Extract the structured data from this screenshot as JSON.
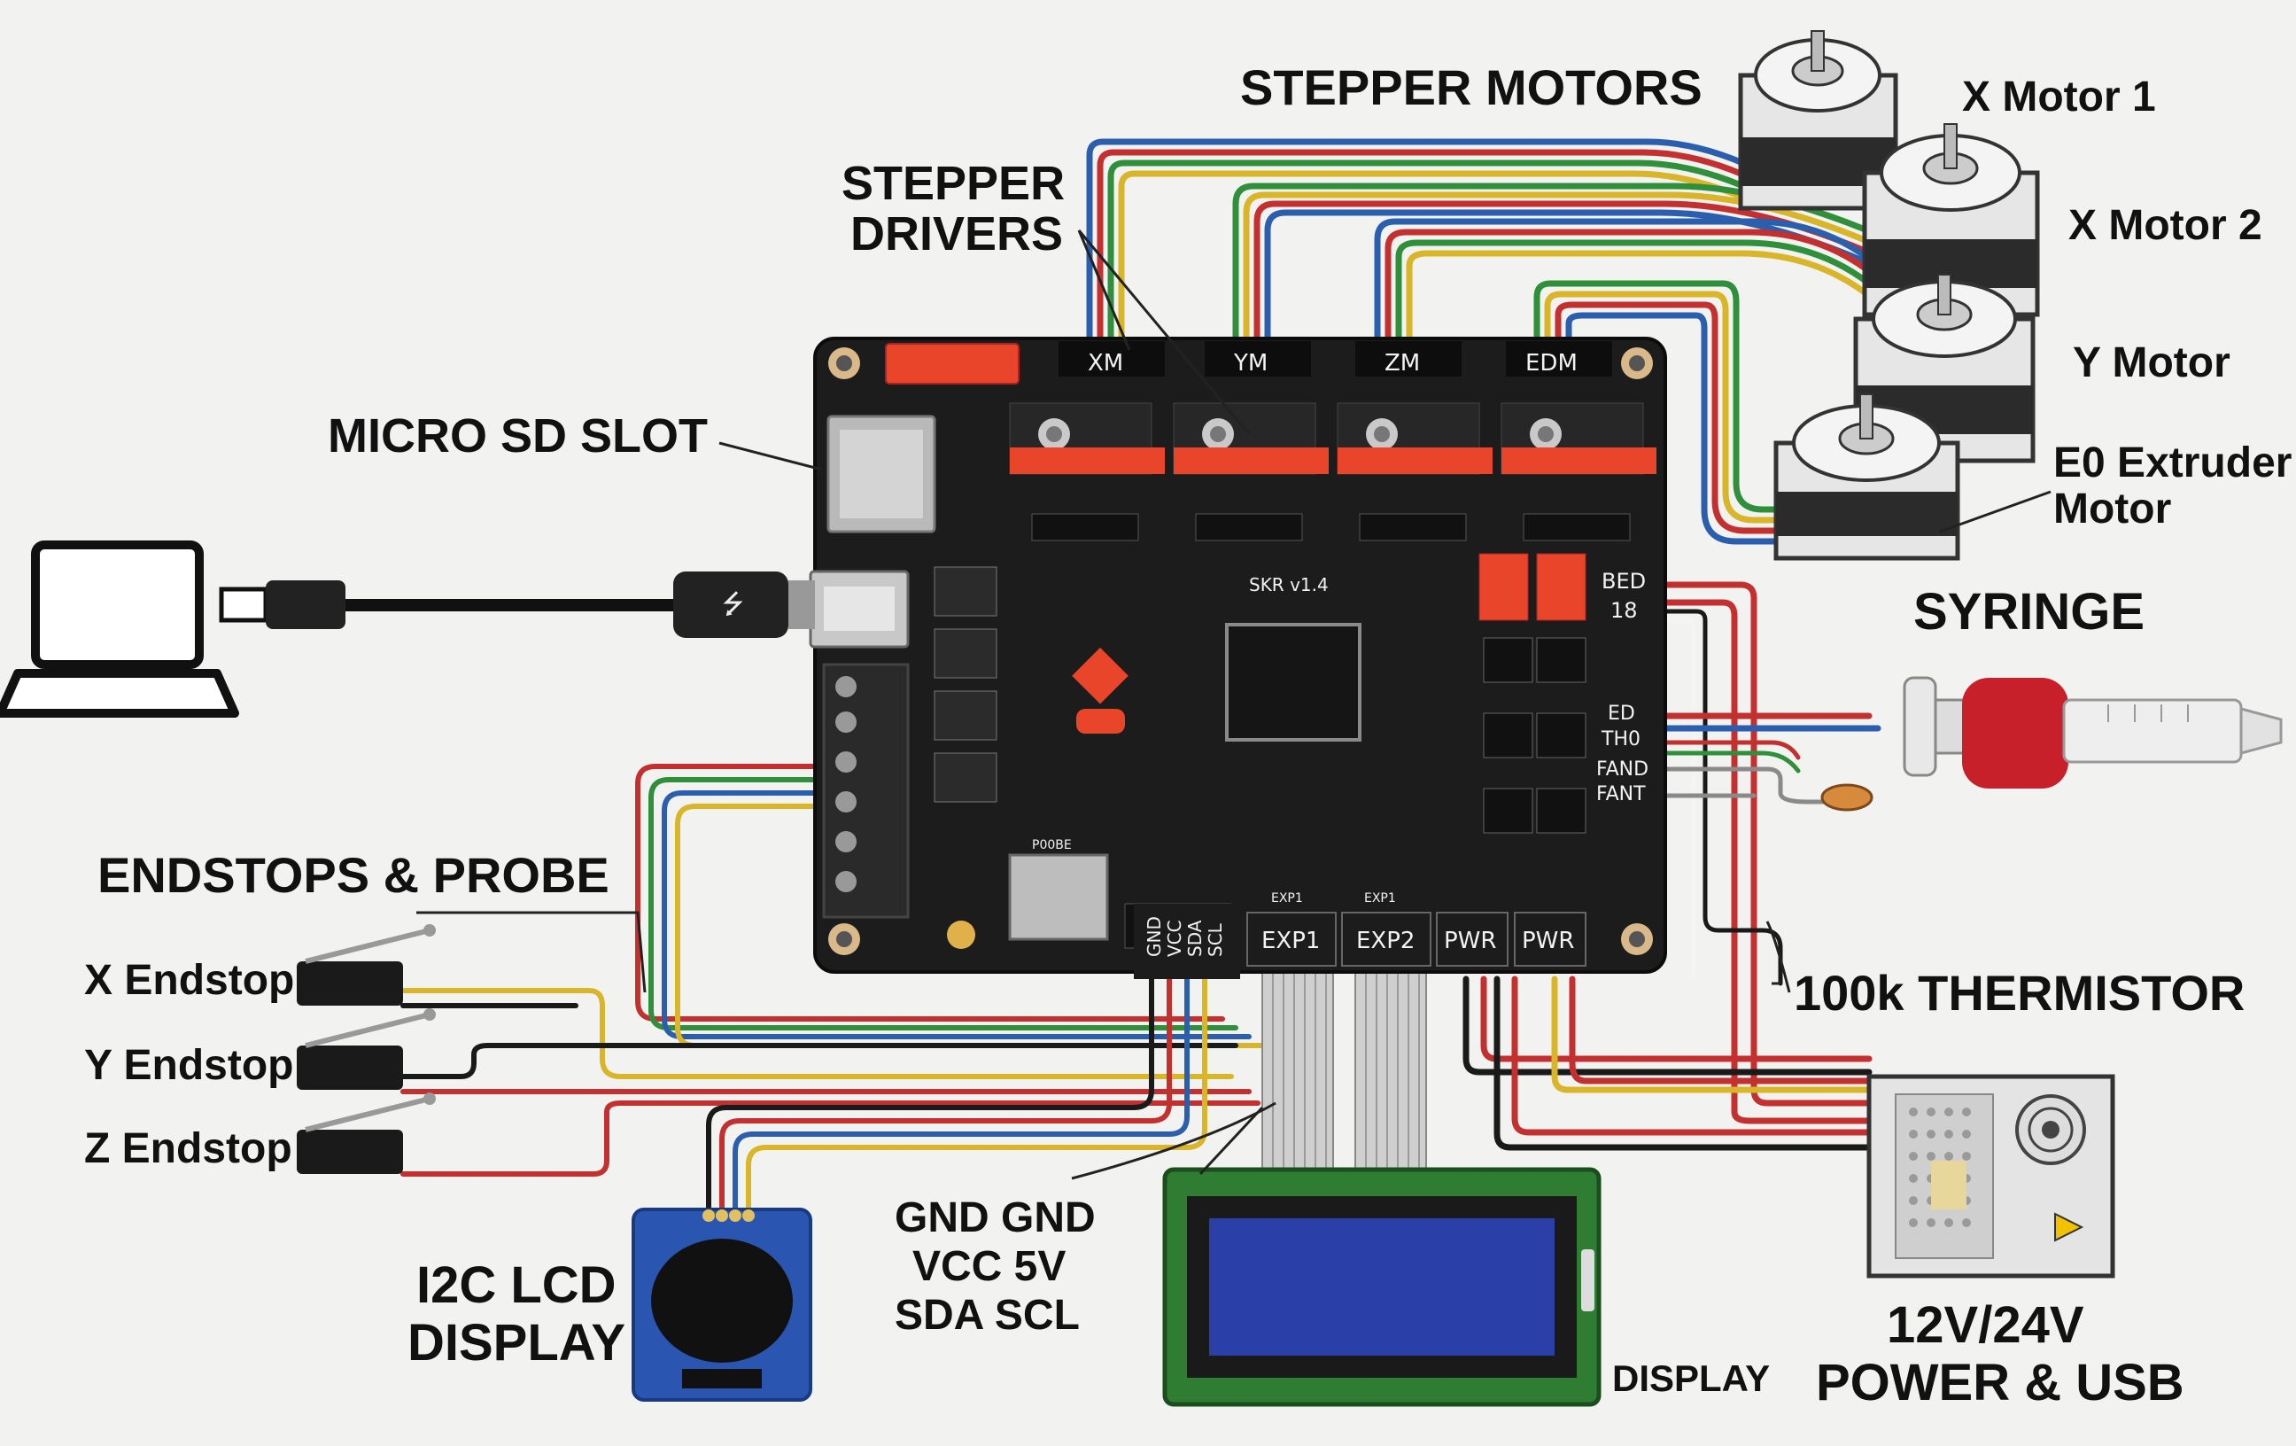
{
  "labels": {
    "stepper_motors": "STEPPER MOTORS",
    "stepper_drivers": [
      "STEPPER",
      "DRIVERS"
    ],
    "micro_sd_slot": "MICRO SD SLOT",
    "endstops_probe": "ENDSTOPS & PROBE",
    "x_endstop": "X Endstop",
    "y_endstop": "Y Endstop",
    "z_endstop": "Z Endstop",
    "i2c_lcd_display": [
      "I2C LCD",
      "DISPLAY"
    ],
    "i2c_pins": [
      "GND GND",
      "VCC 5V",
      "SDA SCL"
    ],
    "display": "DISPLAY",
    "power_usb": [
      "12V/24V",
      "POWER & USB"
    ],
    "thermistor": "100k THERMISTOR",
    "syringe": "SYRINGE",
    "x_motor_1": "X Motor 1",
    "x_motor_2": "X Motor 2",
    "y_motor": "Y Motor",
    "e0_extruder_motor": [
      "E0 Extruder",
      "Motor"
    ]
  },
  "board": {
    "name": "SKR v1.4",
    "driver_sockets": [
      "XM",
      "YM",
      "ZM",
      "EDM"
    ],
    "side_pins": [
      "BED",
      "18",
      "ED",
      "TH0",
      "FAND",
      "FANT"
    ],
    "bottom_i2c_pins": [
      "GND",
      "VCC",
      "SDA",
      "SCL"
    ],
    "bottom_ports": [
      "EXP1",
      "EXP2",
      "PWR",
      "PWR"
    ],
    "silk_small": [
      "EXP1",
      "EXP1",
      "P00BE"
    ]
  },
  "colors": {
    "wire_blue": "#2b5fae",
    "wire_red": "#c23030",
    "wire_green": "#2f8f3a",
    "wire_yellow": "#d9b52a",
    "wire_black": "#1a1a1a",
    "pcb": "#1c1c1c",
    "connector_red": "#e8452a",
    "lcd_blue": "#2a3fa8"
  },
  "icons": [
    "laptop-icon",
    "usb-cable-icon",
    "power-supply-icon",
    "fan-icon"
  ]
}
